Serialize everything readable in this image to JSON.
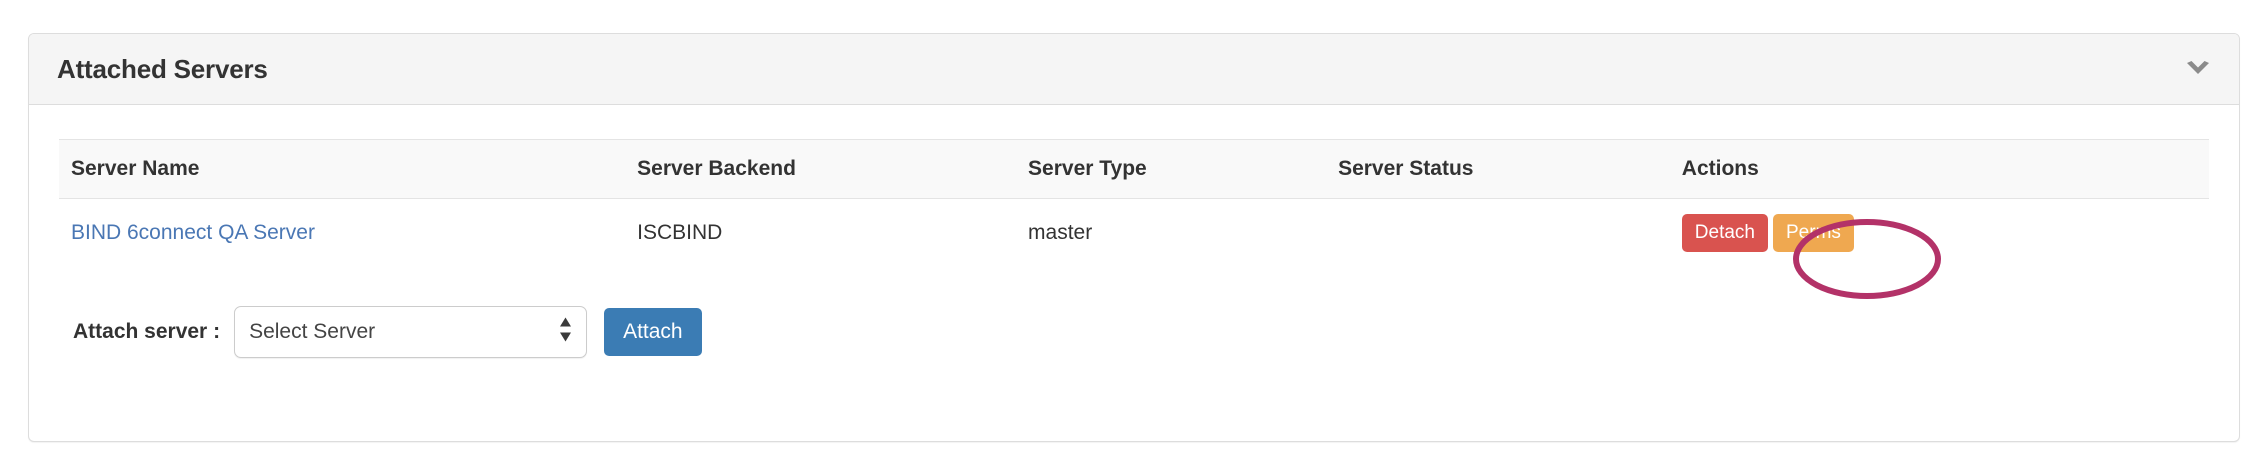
{
  "panel": {
    "title": "Attached Servers",
    "collapse_icon": "chevron-down-icon"
  },
  "table": {
    "columns": [
      "Server Name",
      "Server Backend",
      "Server Type",
      "Server Status",
      "Actions"
    ],
    "rows": [
      {
        "server_name": "BIND 6connect QA Server",
        "server_backend": "ISCBIND",
        "server_type": "master",
        "server_status": "",
        "actions": {
          "detach_label": "Detach",
          "perms_label": "Perms"
        }
      }
    ]
  },
  "attach_form": {
    "label": "Attach server :",
    "select_value": "Select Server",
    "attach_label": "Attach"
  },
  "colors": {
    "link": "#4a77b4",
    "detach_button": "#d9534f",
    "perms_button": "#efa850",
    "attach_button": "#3b7cb4",
    "annotation": "#b33268",
    "panel_header_bg": "#f5f5f5",
    "table_header_bg": "#f9f9f9",
    "panel_border": "#dddddd"
  },
  "annotation": {
    "shape": "ellipse-highlight",
    "target": "detach-button"
  }
}
